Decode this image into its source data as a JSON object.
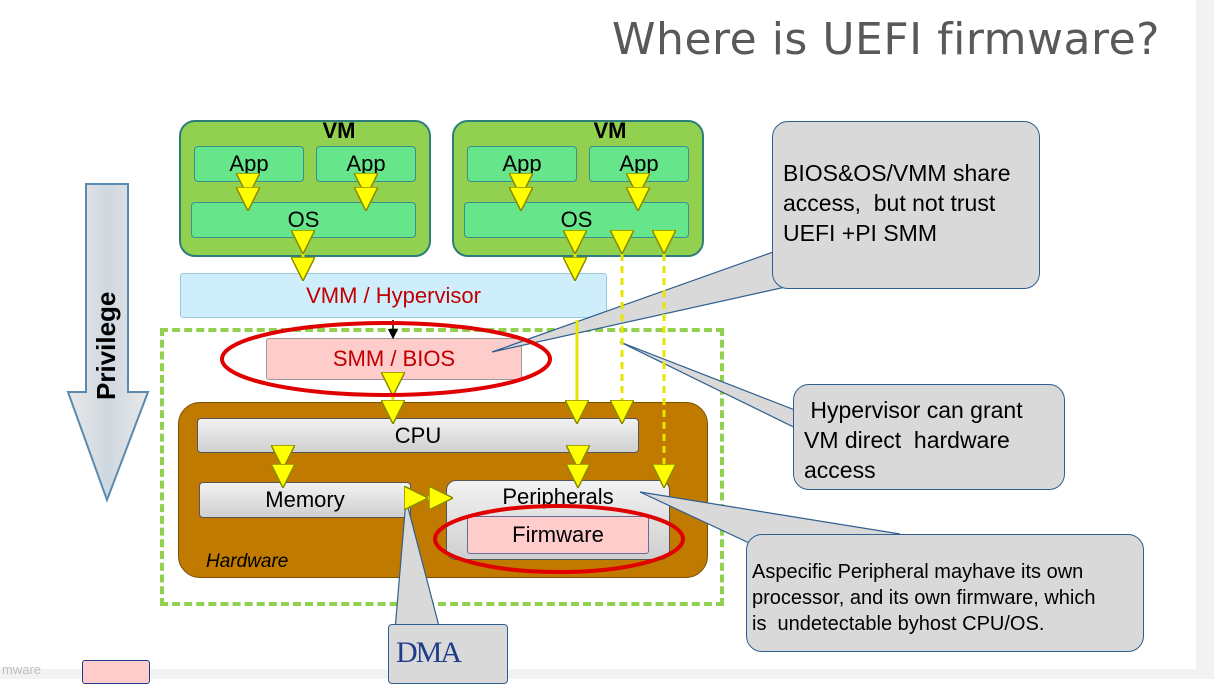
{
  "title": "Where is UEFI firmware?",
  "privilege_label": "Privilege",
  "vm_left": {
    "label": "VM",
    "app1": "App",
    "app2": "App",
    "os": "OS"
  },
  "vm_right": {
    "label": "VM",
    "app1": "App",
    "app2": "App",
    "os": "OS"
  },
  "vmm_label": "VMM / Hypervisor",
  "smm_label": "SMM / BIOS",
  "hardware": {
    "label": "Hardware",
    "cpu": "CPU",
    "memory": "Memory",
    "peripherals": "Peripherals",
    "firmware": "Firmware"
  },
  "callouts": {
    "share": "BIOS&OS/VMM share\naccess,  but not trust\nUEFI +PI SMM",
    "grant": " Hypervisor can grant\nVM direct  hardware\naccess",
    "peripheral": "Aspecific Peripheral mayhave its own\nprocessor, and its own firmware, which\nis  undetectable byhost CPU/OS.",
    "dma": "DMA"
  },
  "footer_text": "mware",
  "colors": {
    "vm_green": "#92d050",
    "app_green": "#66e58a",
    "vmm_blue": "#cfeefc",
    "smm_pink": "#ffcccc",
    "hardware_brown": "#c07a00",
    "highlight_red": "#e00000",
    "arrow_yellow": "#ffff00",
    "dashed_green": "#92d050"
  }
}
